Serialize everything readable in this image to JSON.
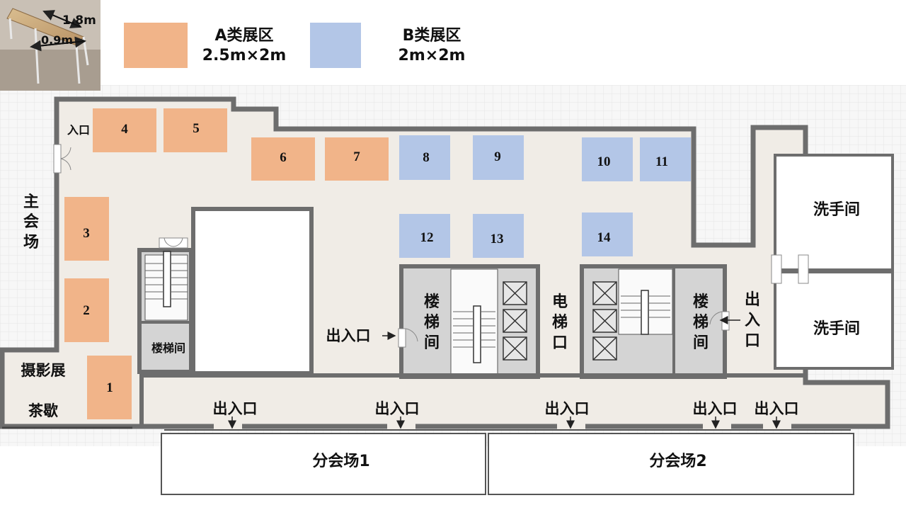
{
  "table_photo": {
    "length_label": "1.8m",
    "width_label": "0.9m"
  },
  "legend": {
    "a": {
      "title": "A类展区",
      "size": "2.5m×2m",
      "color": "#f1b489"
    },
    "b": {
      "title": "B类展区",
      "size": "2m×2m",
      "color": "#b3c6e7"
    }
  },
  "booths_a": [
    "1",
    "2",
    "3",
    "4",
    "5",
    "6",
    "7"
  ],
  "booths_b": [
    "8",
    "9",
    "10",
    "11",
    "12",
    "13",
    "14"
  ],
  "rooms": {
    "main_hall": "主会场",
    "photo_exhibit": "摄影展",
    "tea_break": "茶歇",
    "stair_left": "楼梯间",
    "stair_center": "楼梯间",
    "stair_right": "楼梯间",
    "elevator": "电梯口",
    "restroom_top": "洗手间",
    "restroom_bottom": "洗手间",
    "sub_hall_1": "分会场1",
    "sub_hall_2": "分会场2"
  },
  "doors": {
    "entrance_top_left": "入口",
    "exit_center": "出入口",
    "exit_right": "出入口",
    "exit_bottom_1": "出入口",
    "exit_bottom_2": "出入口",
    "exit_bottom_3": "出入口",
    "exit_bottom_4": "出入口",
    "exit_bottom_5": "出入口"
  },
  "colors": {
    "wall": "#6d6d6d",
    "floor": "#f0ece6",
    "stair_room": "#d4d4d4"
  }
}
